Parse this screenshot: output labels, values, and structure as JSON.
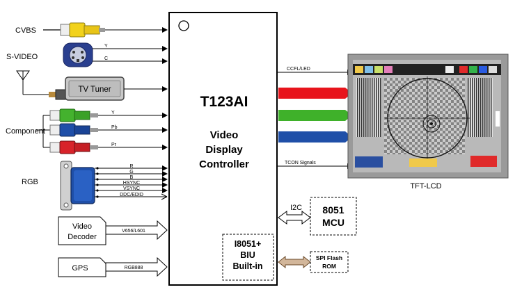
{
  "controller": {
    "chip_name": "T123AI",
    "title_lines": [
      "Video",
      "Display",
      "Controller"
    ],
    "biu_lines": [
      "I8051+",
      "BIU",
      "Built-in"
    ]
  },
  "inputs": {
    "cvbs": "CVBS",
    "svideo": "S-VIDEO",
    "svideo_y": "Y",
    "svideo_c": "C",
    "tv_tuner": "TV Tuner",
    "component": "Component",
    "comp_y": "Y",
    "comp_pb": "Pb",
    "comp_pr": "Pr",
    "rgb": "RGB",
    "rgb_signals": [
      "R",
      "G",
      "B",
      "HSYNC",
      "VSYNC",
      "DDC/EDID"
    ],
    "video_decoder_lines": [
      "Video",
      "Decoder"
    ],
    "decoder_bus": "V656/L601",
    "gps": "GPS",
    "gps_bus": "RGB888"
  },
  "outputs": {
    "ccfl": "CCFL/LED",
    "tcon": "TCON Signals",
    "lcd_label": "TFT-LCD",
    "rgb_colors": [
      "#e8141c",
      "#3fb12a",
      "#1f4fa8"
    ]
  },
  "peripherals": {
    "i2c": "I2C",
    "mcu_lines": [
      "8051",
      "MCU"
    ],
    "flash_lines": [
      "SPI Flash",
      "ROM"
    ]
  },
  "colors": {
    "cvbs_plug": "#f2d21b",
    "green_plug": "#44b22e",
    "blue_plug": "#1f4fa8",
    "red_plug": "#d8232a",
    "svideo_plug": "#2a3f8f",
    "tuner_fill": "#c8c8c8",
    "rgb_connector": "#1f4fa8"
  }
}
